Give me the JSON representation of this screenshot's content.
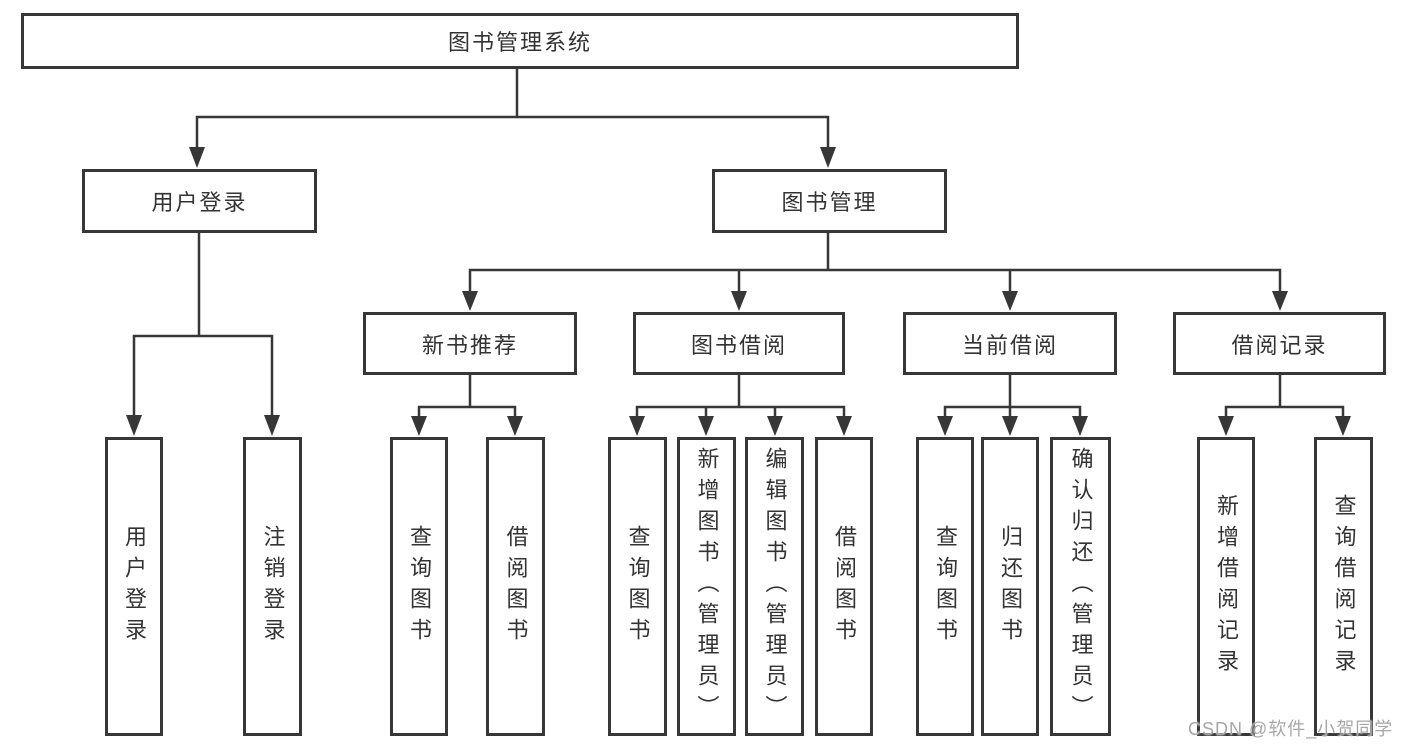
{
  "diagram": {
    "root": {
      "label": "图书管理系统"
    },
    "branches": [
      {
        "label": "用户登录",
        "children": [
          {
            "label": "用户登录"
          },
          {
            "label": "注销登录"
          }
        ]
      },
      {
        "label": "图书管理",
        "sections": [
          {
            "label": "新书推荐",
            "children": [
              {
                "label": "查询图书"
              },
              {
                "label": "借阅图书"
              }
            ]
          },
          {
            "label": "图书借阅",
            "children": [
              {
                "label": "查询图书"
              },
              {
                "label": "新增图书（管理员）"
              },
              {
                "label": "编辑图书（管理员）"
              },
              {
                "label": "借阅图书"
              }
            ]
          },
          {
            "label": "当前借阅",
            "children": [
              {
                "label": "查询图书"
              },
              {
                "label": "归还图书"
              },
              {
                "label": "确认归还（管理员）"
              }
            ]
          },
          {
            "label": "借阅记录",
            "children": [
              {
                "label": "新增借阅记录"
              },
              {
                "label": "查询借阅记录"
              }
            ]
          }
        ]
      }
    ]
  },
  "watermark": {
    "text": "CSDN @软件_小贺同学"
  },
  "colors": {
    "line": "#373737",
    "text": "#333333",
    "background": "#ffffff",
    "watermark": "#a7a7a7"
  }
}
